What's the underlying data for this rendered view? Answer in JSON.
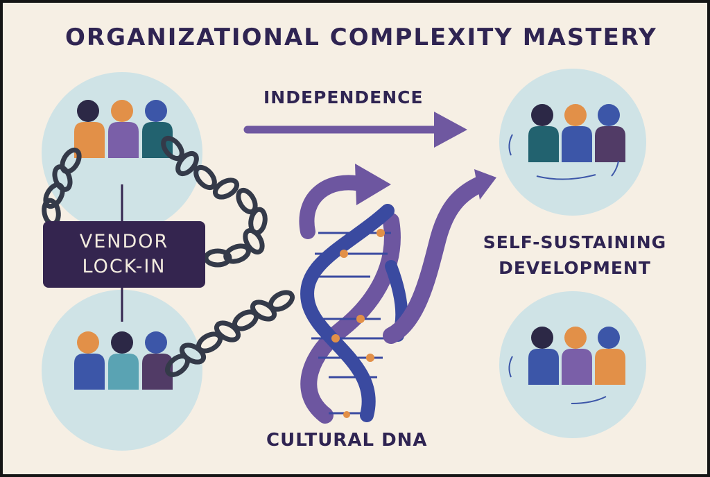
{
  "title": "ORGANIZATIONAL COMPLEXITY MASTERY",
  "labels": {
    "independence": "INDEPENDENCE",
    "vendor_line1": "VENDOR",
    "vendor_line2": "LOCK-IN",
    "self_sustaining": "SELF-SUSTAINING DEVELOPMENT",
    "cultural_dna": "CULTURAL DNA"
  },
  "colors": {
    "background": "#f6efe4",
    "text": "#2f2452",
    "circle": "#cfe3e6",
    "arrow": "#6f58a0",
    "dna_blue": "#3a4aa0",
    "dna_purple": "#6d56a0",
    "chain": "#343a49",
    "orange": "#e29048",
    "purple": "#7a5fa8",
    "teal": "#22626f",
    "navy": "#2c2846",
    "blue": "#3c56a8",
    "light_teal": "#5aa3b3",
    "plum": "#513b66"
  },
  "icons": [
    "people-group-icon",
    "chain-icon",
    "arrow-right-icon",
    "dna-helix-icon",
    "padlock-label"
  ]
}
